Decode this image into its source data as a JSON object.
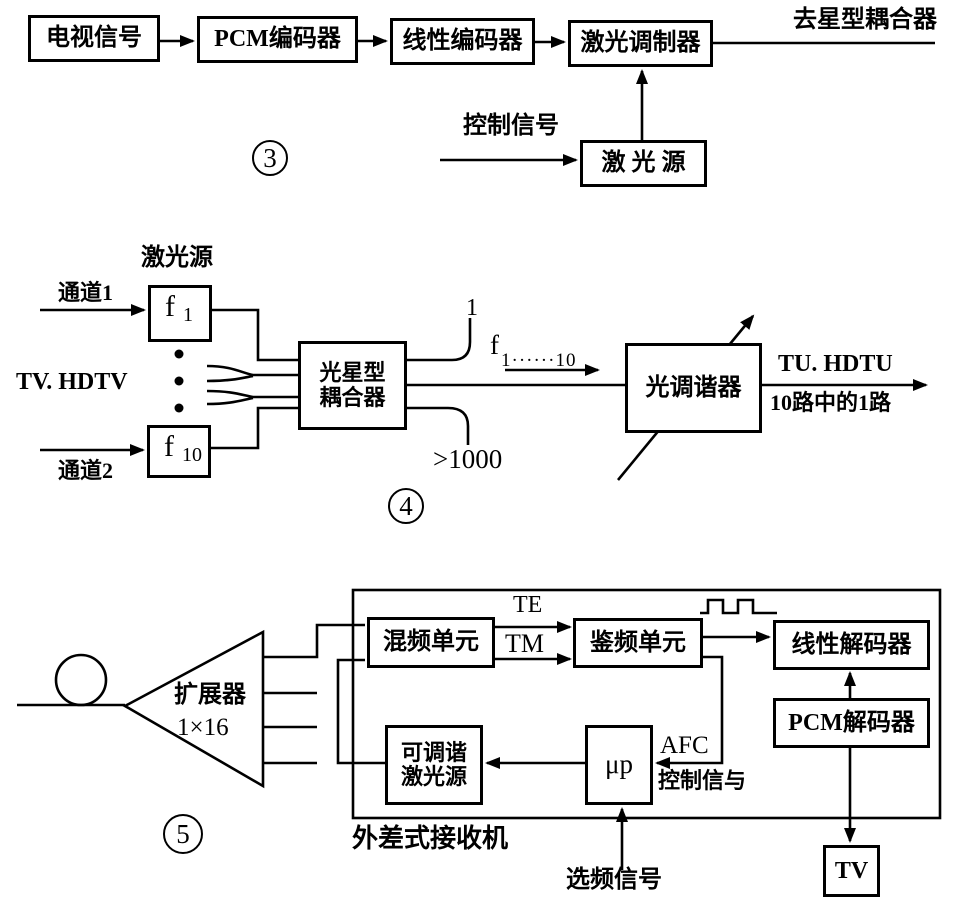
{
  "fig3": {
    "number": "3",
    "tv_signal": "电视信号",
    "pcm_encoder": "PCM编码器",
    "linear_encoder": "线性编码器",
    "laser_modulator": "激光调制器",
    "laser_source": "激 光 源",
    "to_star_coupler": "去星型耦合器",
    "control_signal": "控制信号"
  },
  "fig4": {
    "number": "4",
    "laser_source": "激光源",
    "channel1": "通道1",
    "channel2": "通道2",
    "tv_hdtv": "TV. HDTV",
    "f_main": "f",
    "f1_sub": "1",
    "f10_sub": "10",
    "coupler_line1": "光星型",
    "coupler_line2": "耦合器",
    "out_one": "1",
    "f_range_main": "f",
    "f_range_sub": "1······10",
    "gt_1000": ">1000",
    "optical_tuner": "光调谐器",
    "tu_hdtu": "TU. HDTU",
    "one_of_ten": "10路中的1路"
  },
  "fig5": {
    "number": "5",
    "expander_line1": "扩展器",
    "expander_line2": "1×16",
    "te": "TE",
    "tm": "TM",
    "mixer": "混频单元",
    "discriminator": "鉴频单元",
    "linear_decoder": "线性解码器",
    "pcm_decoder": "PCM解码器",
    "tunable_laser_line1": "可调谐",
    "tunable_laser_line2": "激光源",
    "microprocessor": "μp",
    "afc": "AFC",
    "control_signal": "控制信与",
    "heterodyne_receiver": "外差式接收机",
    "freq_select_signal": "选频信号",
    "tv": "TV"
  }
}
